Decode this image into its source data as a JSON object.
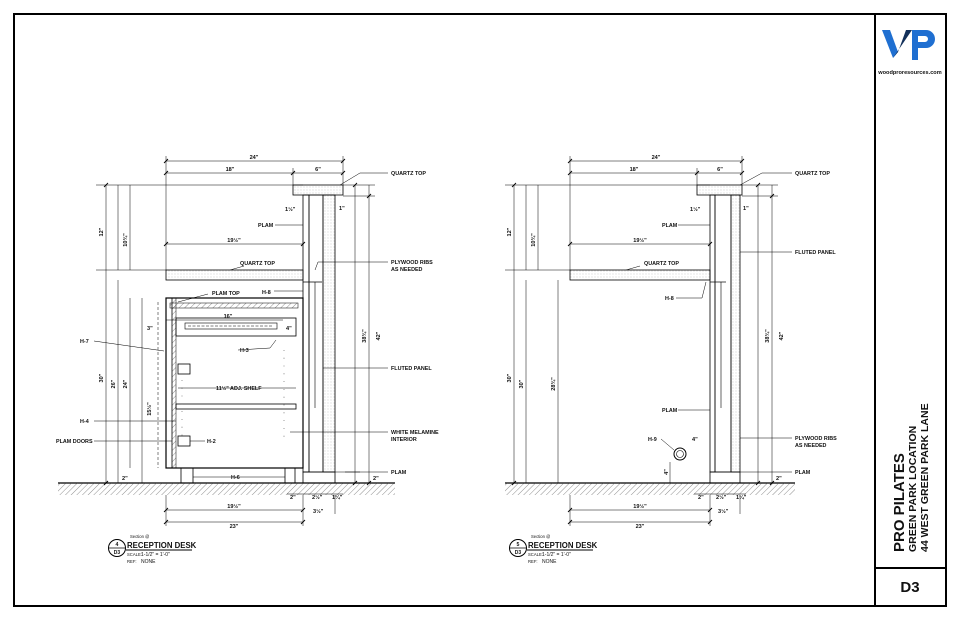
{
  "title_block": {
    "company_site": "woodproresources.com",
    "project_name": "PRO PILATES",
    "location": "GREEN PARK LOCATION",
    "address": "44 WEST GREEN PARK LANE",
    "sheet_number": "D3",
    "logo_colors": {
      "primary": "#1f6fd1",
      "secondary": "#12305a"
    }
  },
  "sections": [
    {
      "number": "4",
      "sheet_ref": "D3",
      "kicker": "Section @",
      "title": "RECEPTION DESK",
      "scale_label": "SCALE:",
      "scale": "1-1/2\" = 1'-0\"",
      "ref_label": "REF:",
      "ref": "NONE"
    },
    {
      "number": "5",
      "sheet_ref": "D3",
      "kicker": "Section @",
      "title": "RECEPTION DESK",
      "scale_label": "SCALE:",
      "scale": "1-1/2\" = 1'-0\"",
      "ref_label": "REF:",
      "ref": "NONE"
    }
  ],
  "left_section": {
    "labels": {
      "quartz_top": "QUARTZ TOP",
      "plam": "PLAM",
      "quartz_top_2": "QUARTZ TOP",
      "h8": "H-8",
      "plywood_ribs_1": "PLYWOOD RIBS",
      "plywood_ribs_2": "AS NEEDED",
      "plam_top": "PLAM TOP",
      "h7": "H-7",
      "h3": "H-3",
      "fluted_panel": "FLUTED PANEL",
      "adj_shelf": "11½\" ADJ. SHELF",
      "h4": "H-4",
      "white_melamine_1": "WHITE MELAMINE",
      "white_melamine_2": "INTERIOR",
      "plam_doors": "PLAM DOORS",
      "h2": "H-2",
      "plam_bottom": "PLAM",
      "h6": "H-6"
    },
    "dims": {
      "d24": "24\"",
      "d18": "18\"",
      "d6": "6\"",
      "d16": "16\"",
      "d19a": "19½\"",
      "d19b": "19½\"",
      "d23": "23\"",
      "d12": "12\"",
      "d10": "10¾\"",
      "d30": "30\"",
      "d26": "26\"",
      "d24v": "24\"",
      "d42": "42\"",
      "d38": "38¾\"",
      "d15": "15½\"",
      "d1": "1\"",
      "d1h": "1½\"",
      "d1q": "1¼\"",
      "d2": "2\"",
      "d2b": "2\"",
      "d2h": "2½\"",
      "d3h": "3½\"",
      "d4": "4\"",
      "d3": "3\""
    }
  },
  "right_section": {
    "labels": {
      "quartz_top": "QUARTZ TOP",
      "plam": "PLAM",
      "fluted_panel": "FLUTED PANEL",
      "quartz_top_2": "QUARTZ TOP",
      "h8": "H-8",
      "plam_mid": "PLAM",
      "h9": "H-9",
      "plywood_ribs_1": "PLYWOOD RIBS",
      "plywood_ribs_2": "AS NEEDED",
      "plam_bottom": "PLAM"
    },
    "dims": {
      "d24": "24\"",
      "d18": "18\"",
      "d6": "6\"",
      "d19a": "19½\"",
      "d19b": "19½\"",
      "d23": "23\"",
      "d12": "12\"",
      "d10": "10¾\"",
      "d30": "30\"",
      "d30b": "30\"",
      "d28": "28¾\"",
      "d42": "42\"",
      "d38": "38¾\"",
      "d1": "1\"",
      "d1h": "1½\"",
      "d1q": "1¼\"",
      "d4": "4\"",
      "d4b": "4\"",
      "d2": "2\"",
      "d2h": "2½\"",
      "d3h": "3½\""
    }
  }
}
